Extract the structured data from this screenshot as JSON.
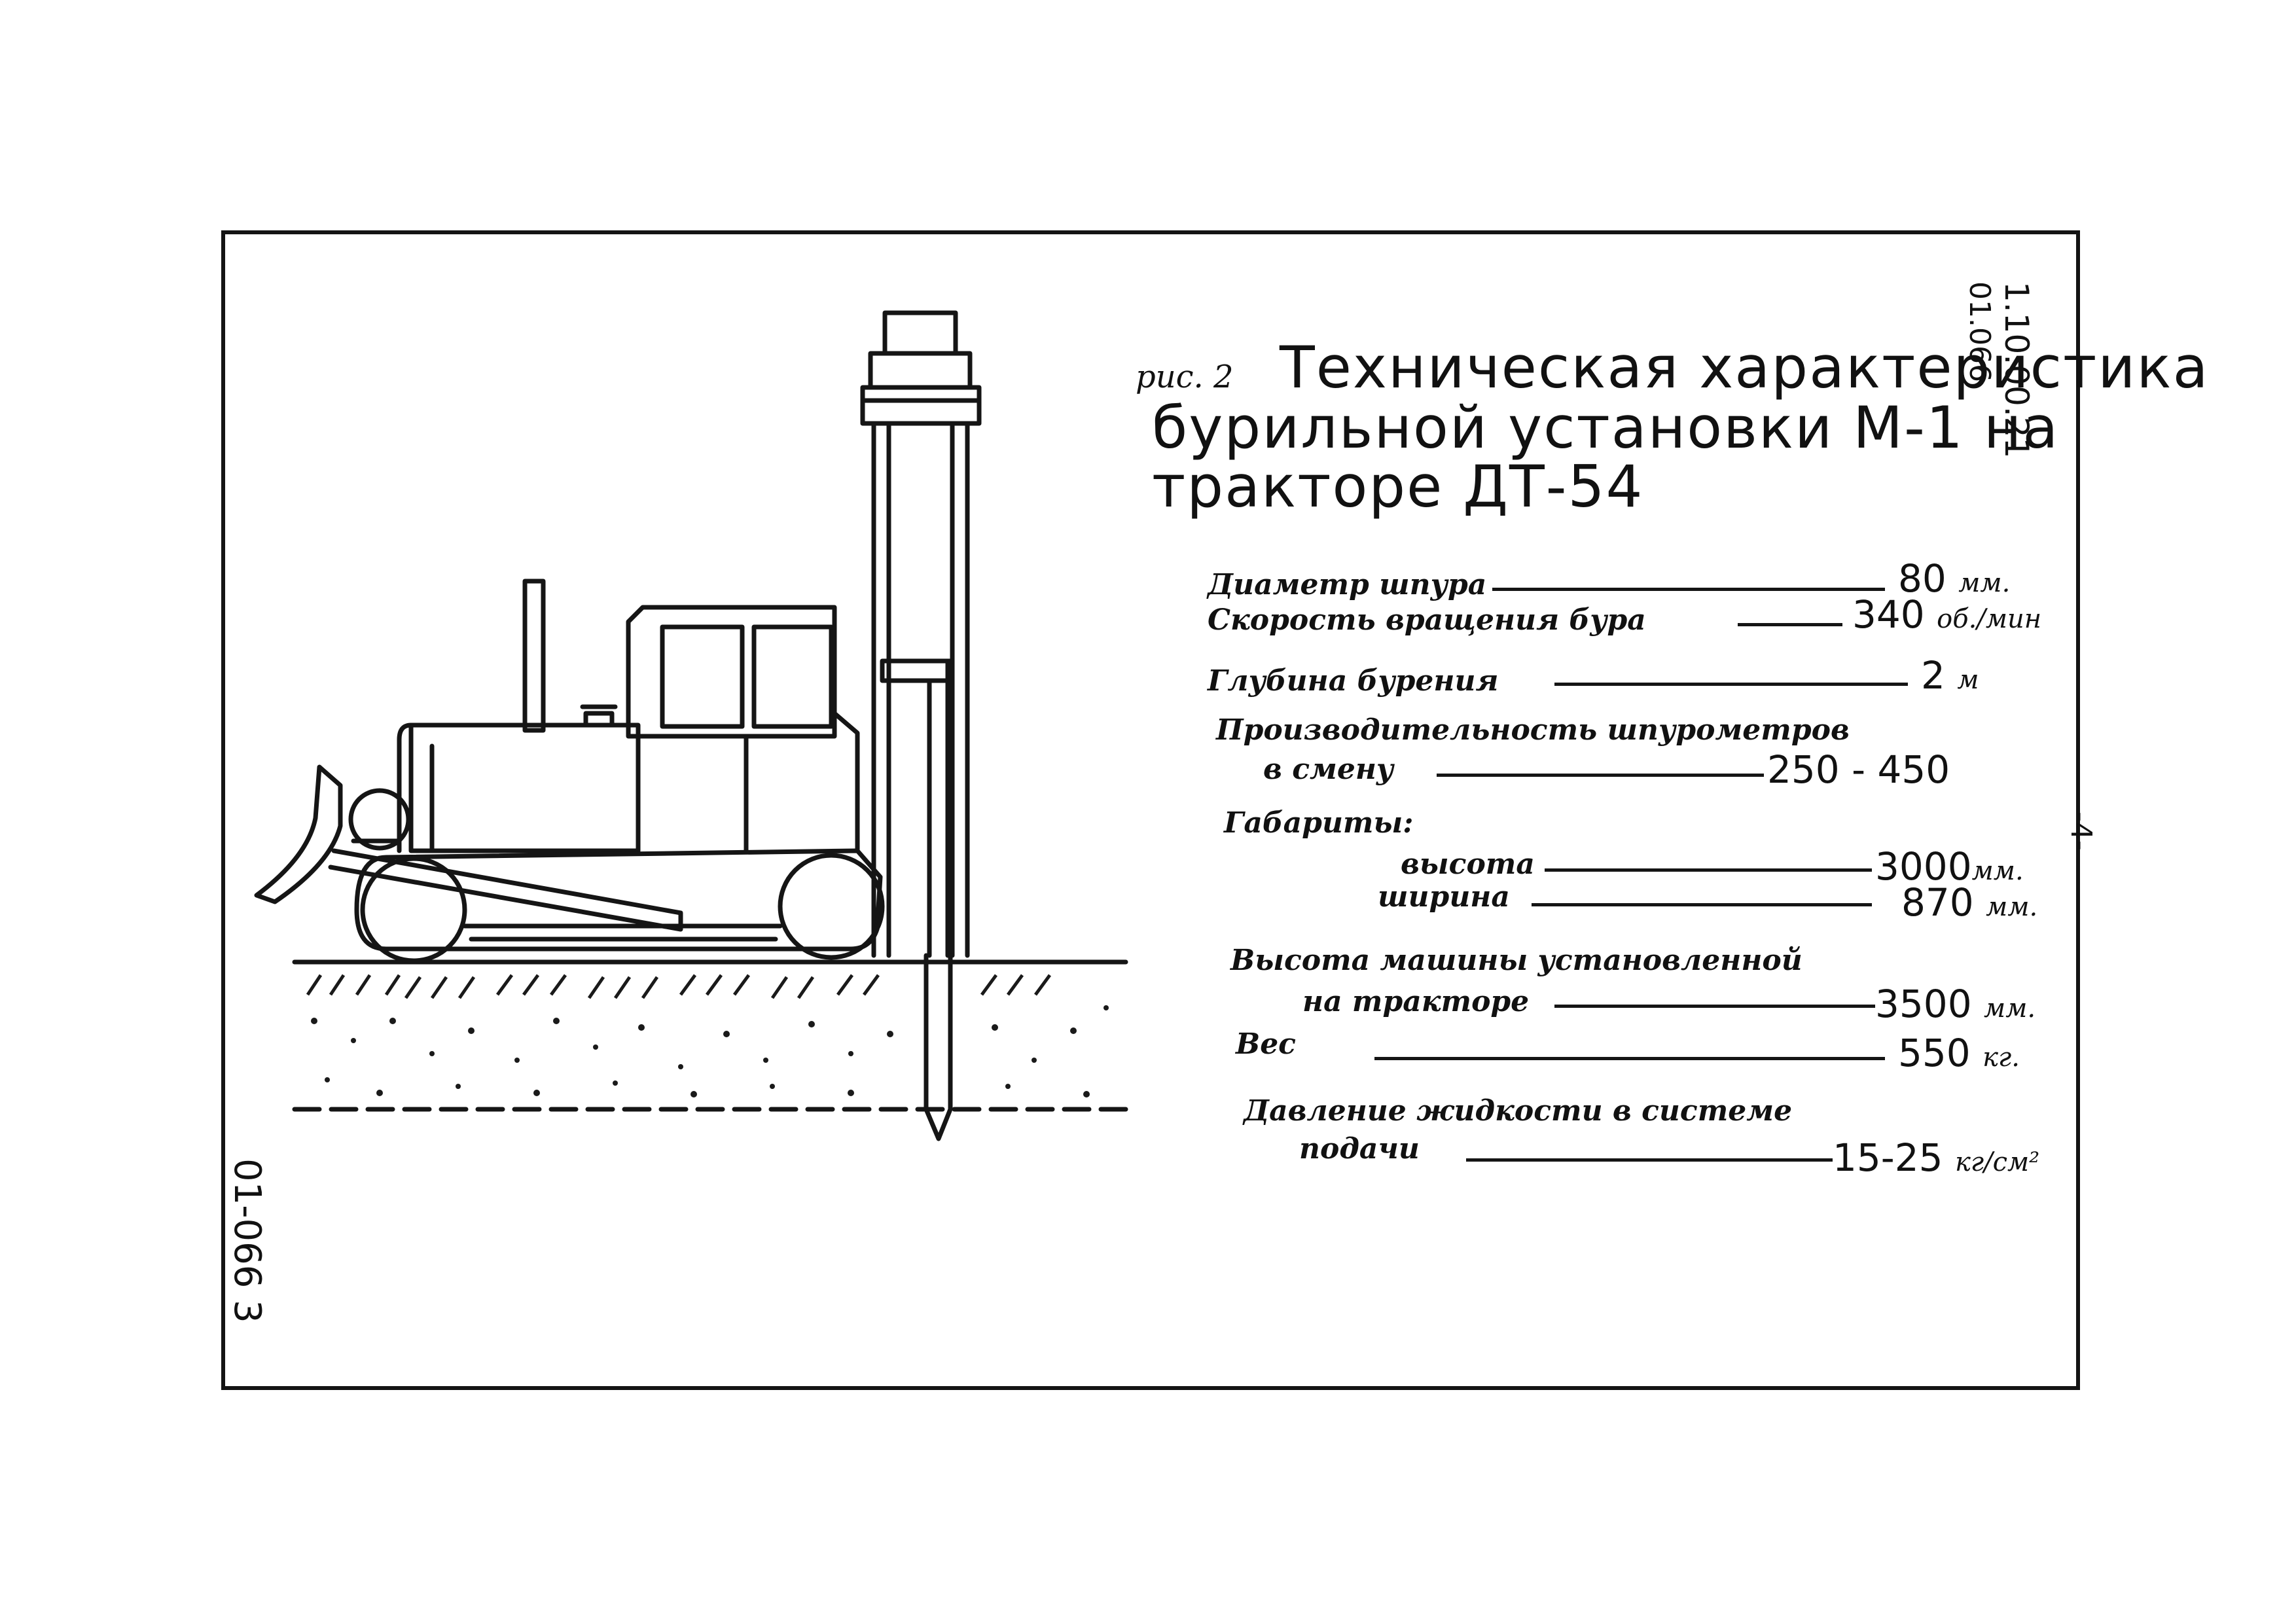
{
  "figure_label": "рис. 2",
  "title_lines": [
    "Техническая характеристика",
    "бурильной установки  М-1  на",
    "тракторе  ДТ-54"
  ],
  "specs": [
    {
      "label": "Диаметр шпура",
      "value": "80",
      "unit": "мм."
    },
    {
      "label": "Скорость вращения бура",
      "value": "340",
      "unit": "об./мин"
    },
    {
      "label": "Глубина бурения",
      "value": "2",
      "unit": "м"
    },
    {
      "label": "Производительность шпурометров",
      "label2": "в смену",
      "value": "250 - 450",
      "unit": ""
    },
    {
      "label": "Габариты:",
      "value": "",
      "unit": ""
    },
    {
      "label": "высота",
      "value": "3000",
      "unit": "мм."
    },
    {
      "label": "ширина",
      "value": "870",
      "unit": "мм."
    },
    {
      "label": "Высота машины установленной",
      "label2": "на тракторе",
      "value": "3500",
      "unit": "мм."
    },
    {
      "label": "Вес",
      "value": "550",
      "unit": "кг."
    },
    {
      "label": "Давление жидкости в системе",
      "label2": "подачи",
      "value": "15-25",
      "unit": "кг/см²"
    }
  ],
  "side_codes": {
    "top_right_1": "1.10.00.21",
    "top_right_2": "01.066",
    "bottom_left": "01-066  3",
    "page_mark": "-4-"
  }
}
